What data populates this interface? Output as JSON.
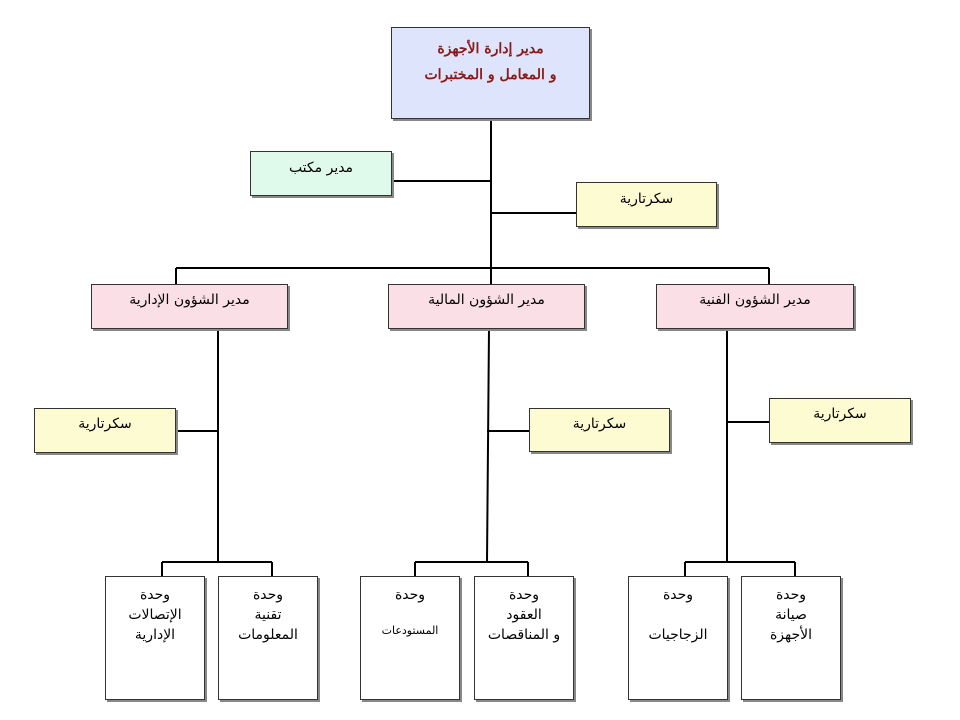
{
  "top": {
    "line1": "مدير إدارة الأجهزة",
    "line2": "و المعامل و المختبرات"
  },
  "office_manager": "مدير مكتب",
  "secretary_top": "سكرتارية",
  "managers": {
    "admin": "مدير الشؤون الإدارية",
    "finance": "مدير الشؤون المالية",
    "technical": "مدير الشؤون الفنية"
  },
  "secretaries": {
    "admin": "سكرتارية",
    "finance": "سكرتارية",
    "technical": "سكرتارية"
  },
  "units": {
    "admin_comm": {
      "l1": "وحدة",
      "l2": "الإتصالات",
      "l3": "الإدارية"
    },
    "admin_it": {
      "l1": "وحدة",
      "l2": "تقنية",
      "l3": "المعلومات"
    },
    "fin_stores": {
      "l1": "وحدة",
      "l2": "المستودعات"
    },
    "fin_contracts": {
      "l1": "وحدة",
      "l2": "العقود",
      "l3": "و المناقصات"
    },
    "tech_glass": {
      "l1": "وحدة",
      "l2": "الزجاجيات"
    },
    "tech_maint": {
      "l1": "وحدة",
      "l2": "صيانة",
      "l3": "الأجهزة"
    }
  }
}
